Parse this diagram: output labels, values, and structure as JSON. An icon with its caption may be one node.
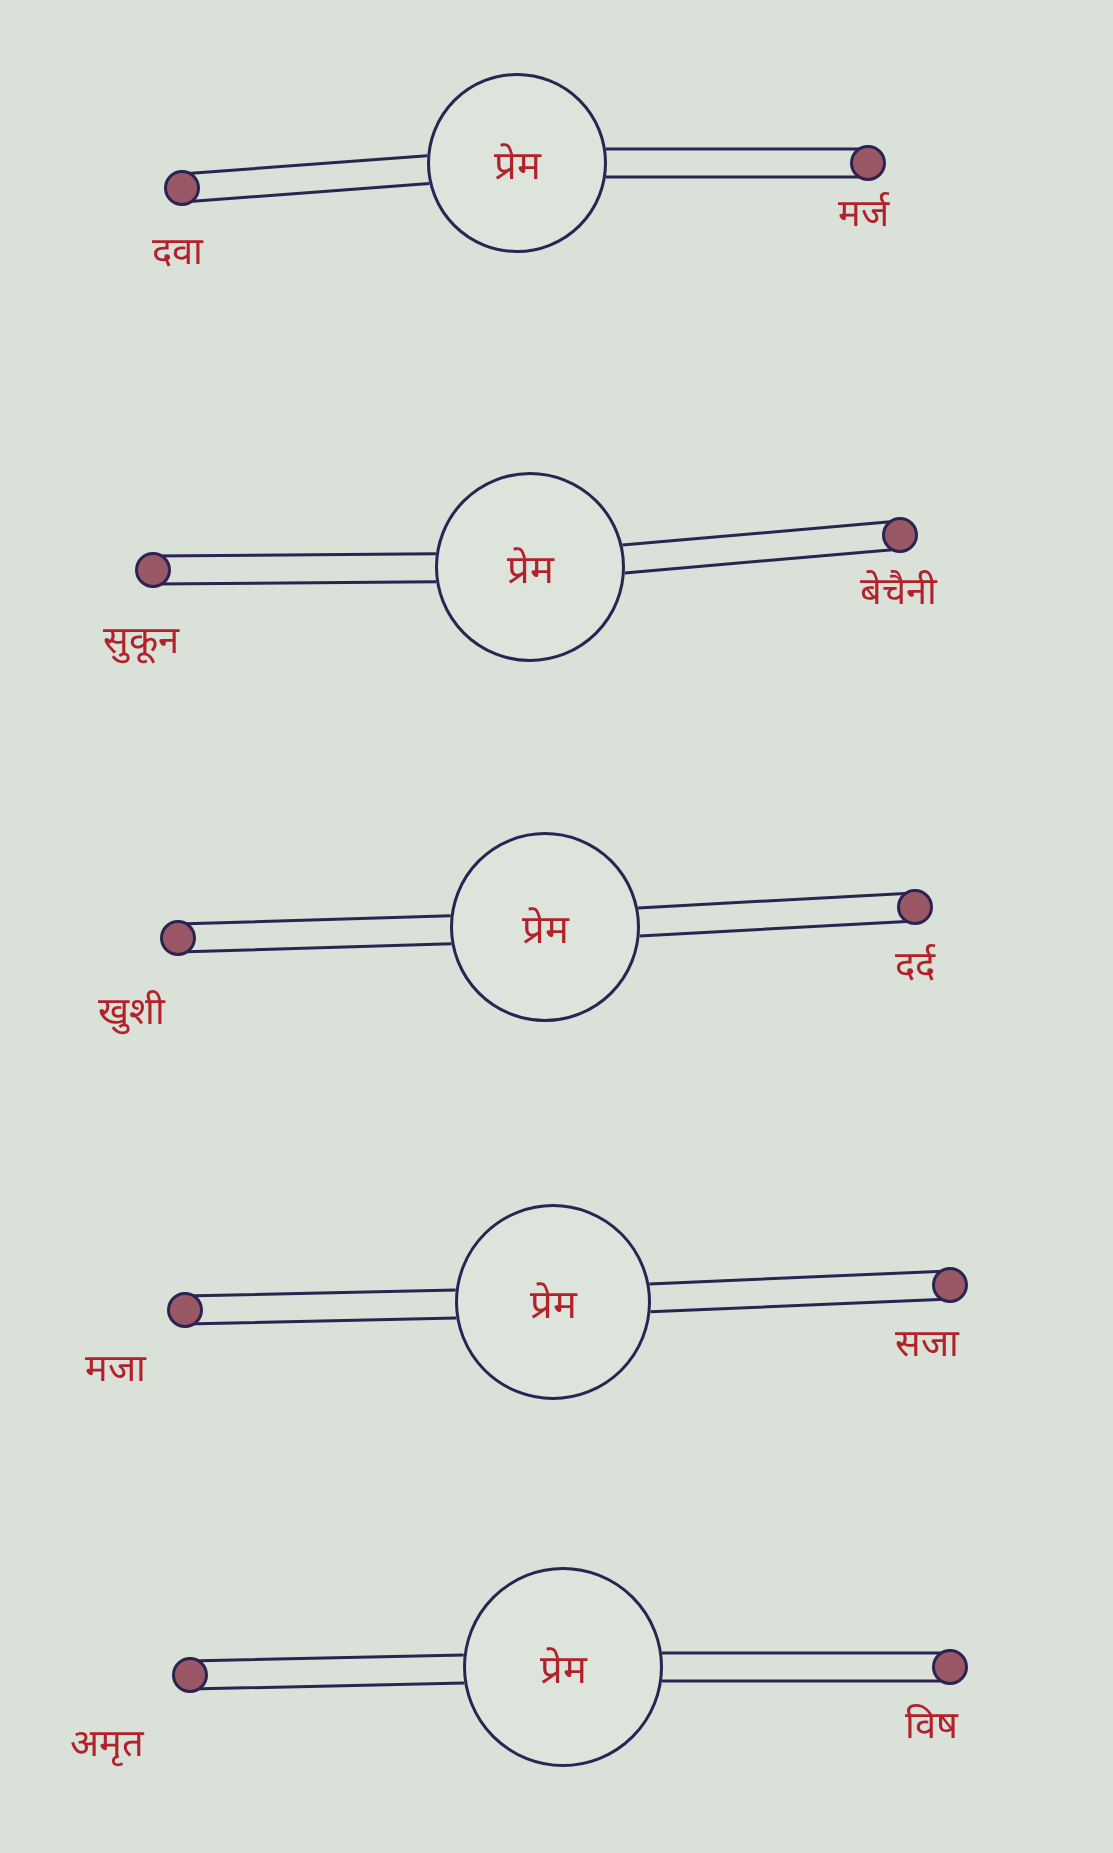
{
  "diagram": {
    "nodes": [
      {
        "text": [],
        "shape": "circle",
        "beside": [
          "दवा"
        ]
      },
      {
        "text": [
          "प्रेम"
        ]
      },
      {
        "text": [],
        "shape": "circle",
        "beside": [
          "मर्ज"
        ]
      },
      {
        "text": [],
        "shape": "circle",
        "beside": [
          "सुकून"
        ]
      },
      {
        "text": [
          "प्रेम"
        ]
      },
      {
        "text": [],
        "shape": "circle",
        "beside": [
          "बेचैनी"
        ]
      },
      {
        "text": [],
        "shape": "circle",
        "beside": [
          "खुशी"
        ]
      },
      {
        "text": [
          "प्रेम"
        ]
      },
      {
        "text": [],
        "shape": "circle",
        "beside": [
          "दर्द"
        ]
      },
      {
        "text": [],
        "shape": "circle",
        "beside": [
          "मजा"
        ]
      },
      {
        "text": [
          "प्रेम"
        ]
      },
      {
        "text": [],
        "shape": "circle",
        "beside": [
          "सजा"
        ]
      },
      {
        "text": [],
        "shape": "circle",
        "beside": [
          "अमृत"
        ]
      },
      {
        "text": [
          "प्रेम"
        ]
      },
      {
        "text": [],
        "shape": "circle",
        "beside": [
          "विष"
        ]
      }
    ],
    "edges": [
      {
        "from": 0,
        "to": 1,
        "arrow": "none"
      },
      {
        "from": 1,
        "to": 2,
        "arrow": "none"
      },
      {
        "from": 3,
        "to": 4,
        "arrow": "none"
      },
      {
        "from": 4,
        "to": 5,
        "arrow": "none"
      },
      {
        "from": 6,
        "to": 7,
        "arrow": "none"
      },
      {
        "from": 7,
        "to": 8,
        "arrow": "none"
      },
      {
        "from": 9,
        "to": 10,
        "arrow": "none"
      },
      {
        "from": 10,
        "to": 11,
        "arrow": "none"
      },
      {
        "from": 12,
        "to": 13,
        "arrow": "none"
      },
      {
        "from": 13,
        "to": 14,
        "arrow": "none"
      }
    ]
  }
}
